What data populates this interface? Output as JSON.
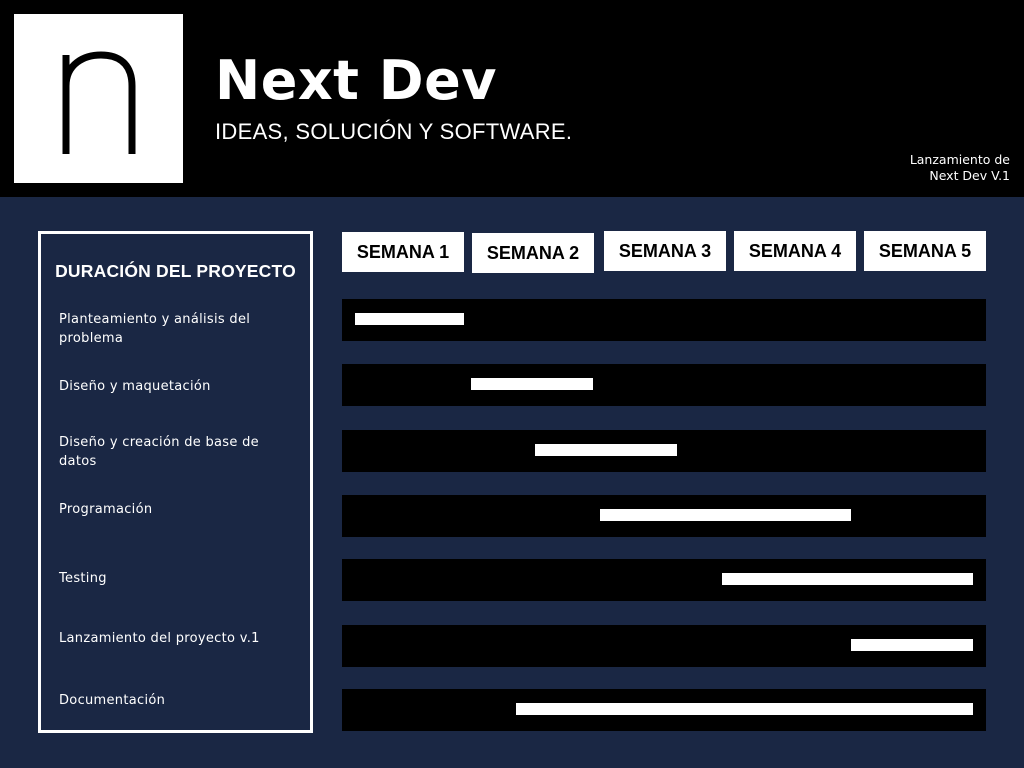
{
  "header": {
    "brand_name": "Next Dev",
    "tagline": "IDEAS, SOLUCIÓN Y SOFTWARE.",
    "release_note_line1": "Lanzamiento de",
    "release_note_line2": "Next Dev V.1",
    "logo_letter": "n"
  },
  "colors": {
    "background": "#1a2744",
    "header_background": "#000000",
    "row_background": "#000000",
    "bar": "#ffffff"
  },
  "chart_data": {
    "type": "gantt",
    "title": "DURACIÓN DEL PROYECTO",
    "weeks": [
      "SEMANA 1",
      "SEMANA 2",
      "SEMANA 3",
      "SEMANA 4",
      "SEMANA 5"
    ],
    "xlim_weeks": [
      0,
      5
    ],
    "tasks": [
      {
        "name": "Planteamiento y análisis del problema",
        "start": 0.1,
        "end": 0.95
      },
      {
        "name": "Diseño y maquetación",
        "start": 1.0,
        "end": 1.95
      },
      {
        "name": "Diseño y creación de base de datos",
        "start": 1.5,
        "end": 2.6
      },
      {
        "name": "Programación",
        "start": 2.0,
        "end": 3.95
      },
      {
        "name": "Testing",
        "start": 2.95,
        "end": 4.9
      },
      {
        "name": "Lanzamiento del proyecto v.1",
        "start": 3.95,
        "end": 4.9
      },
      {
        "name": "Documentación",
        "start": 1.35,
        "end": 4.9
      }
    ]
  }
}
